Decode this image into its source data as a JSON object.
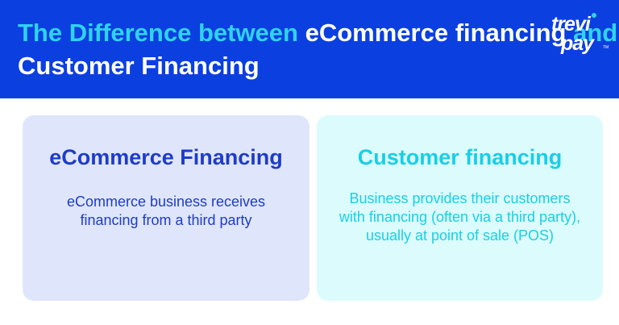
{
  "header": {
    "title_part1": "The Difference between",
    "title_part2": " eCommerce financing ",
    "title_part3": "and",
    "title_part4": " Customer Financing"
  },
  "logo": {
    "line1": "trevi",
    "line2": "pay",
    "tm": "TM"
  },
  "cards": [
    {
      "title": "eCommerce Financing",
      "body": "eCommerce business receives financing from a third party"
    },
    {
      "title": "Customer financing",
      "body": "Business provides their customers with financing (often via a third party), usually at point of sale (POS)"
    }
  ],
  "colors": {
    "header_bg": "#0b3fe0",
    "accent_cyan": "#2fd3ee",
    "left_card_bg": "#dfe6fb",
    "left_card_text": "#1e3cc8",
    "right_card_bg": "#dcfbfd",
    "right_card_text": "#18cfe6"
  }
}
